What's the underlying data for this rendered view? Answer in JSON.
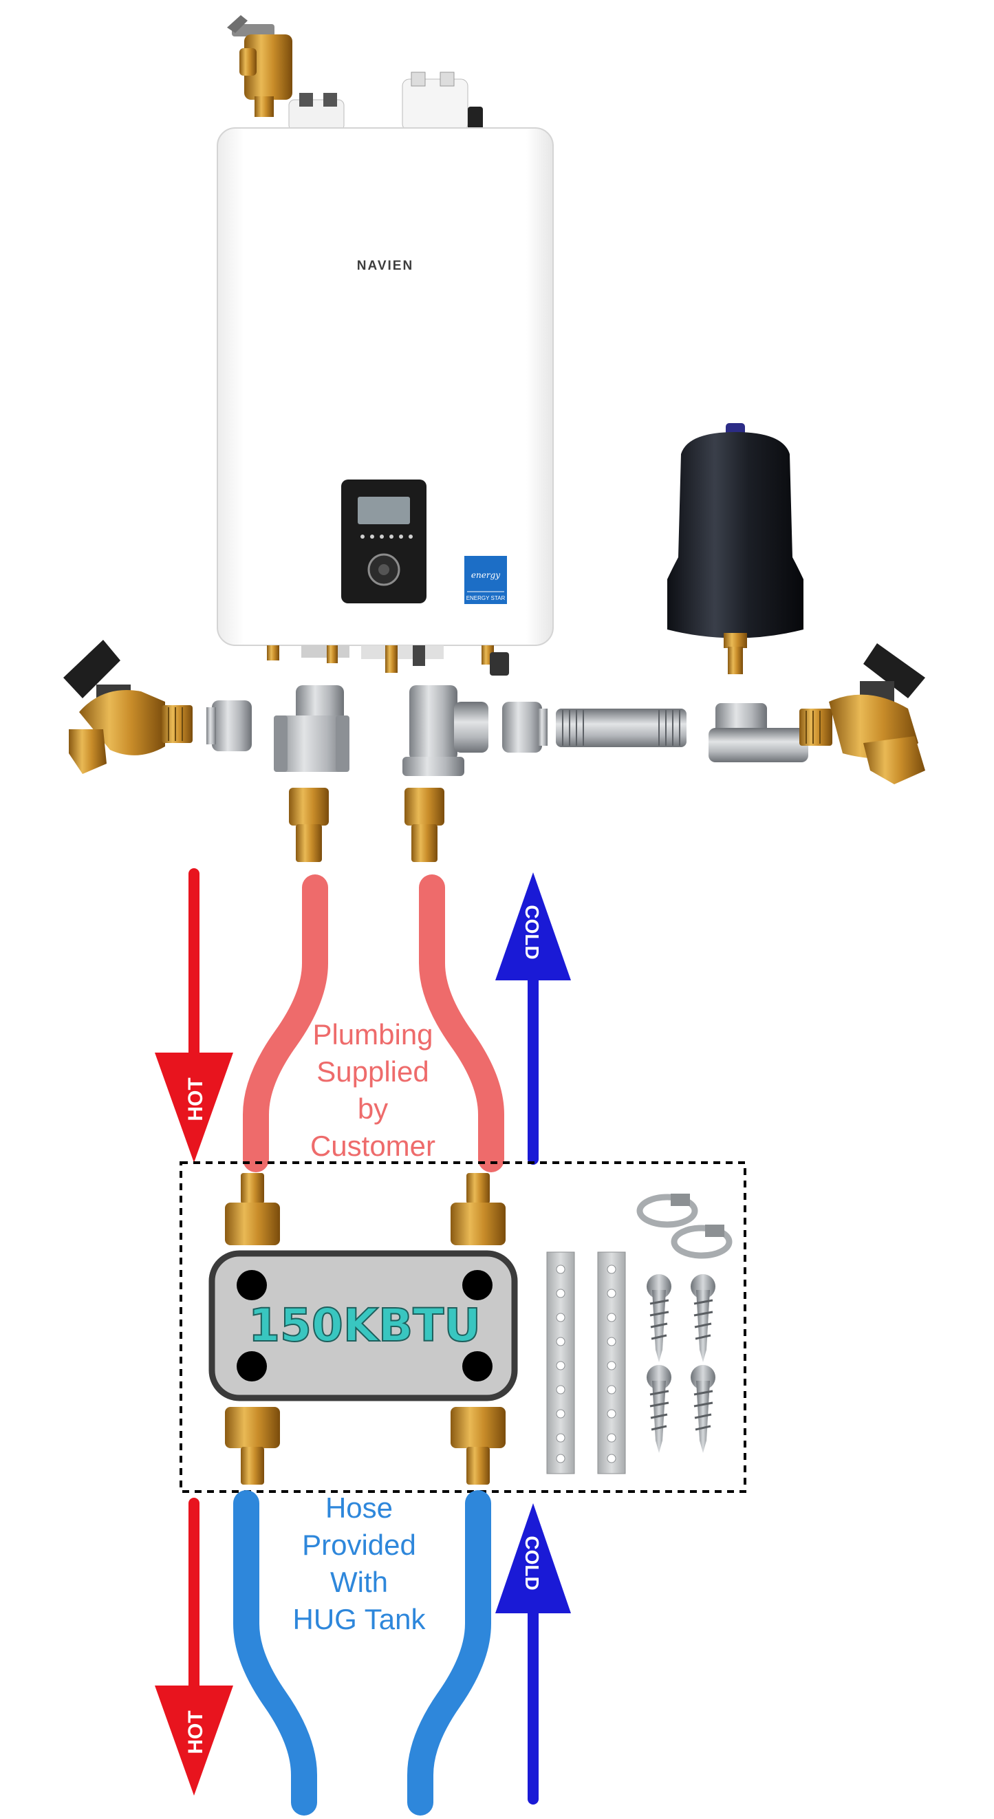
{
  "heater": {
    "brand": "NAVIEN",
    "badge_line1": "energy",
    "badge_line2": "ENERGY STAR"
  },
  "labels": {
    "plumbing": [
      "Plumbing",
      "Supplied",
      "by",
      "Customer"
    ],
    "hose": [
      "Hose",
      "Provided",
      "With",
      "HUG Tank"
    ],
    "hot": "HOT",
    "cold": "COLD"
  },
  "exchanger": {
    "rating": "150KBTU"
  },
  "colors": {
    "hot_arrow": "#e8141e",
    "cold_arrow": "#1a1ad6",
    "customer_pipe": "#ee6b6b",
    "hose_pipe": "#2e87db",
    "plumbing_text": "#ee6b6b",
    "hose_text": "#2e87db",
    "rating_text": "#39c6c0"
  }
}
